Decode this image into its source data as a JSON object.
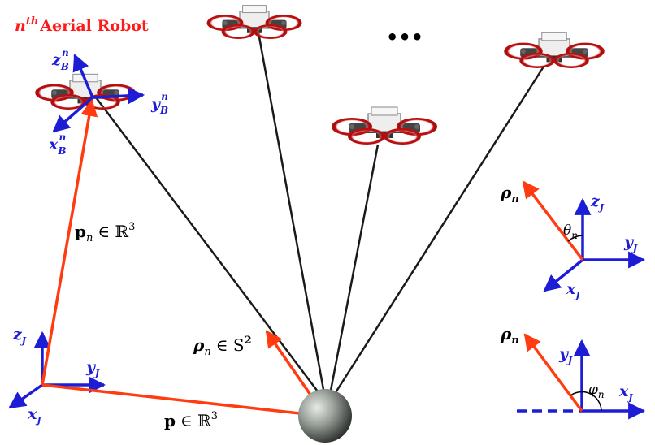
{
  "title": "n",
  "title_sup": "th",
  "title_rest": "Aerial Robot",
  "ellipsis": "•••",
  "labels": {
    "z_B": "z",
    "y_B": "y",
    "x_B": "x",
    "frame_B": "B",
    "robot_index": "n",
    "p_n": "p",
    "p_n_sub": "n",
    "in_R3": "∈ ℝ",
    "cube": "3",
    "rho_n_S2": "ρ",
    "in_S2": "∈ S",
    "sq": "2",
    "p": "p",
    "z_I": "z",
    "y_I": "y",
    "x_I": "x",
    "frame_I": "J",
    "rho_n": "ρ",
    "n": "n",
    "theta": "θ",
    "phi": "φ"
  },
  "colors": {
    "blue": "#1d1dd6",
    "red": "#ff3b0f",
    "title": "#ff1a1a",
    "cable": "#1a1a1a"
  }
}
